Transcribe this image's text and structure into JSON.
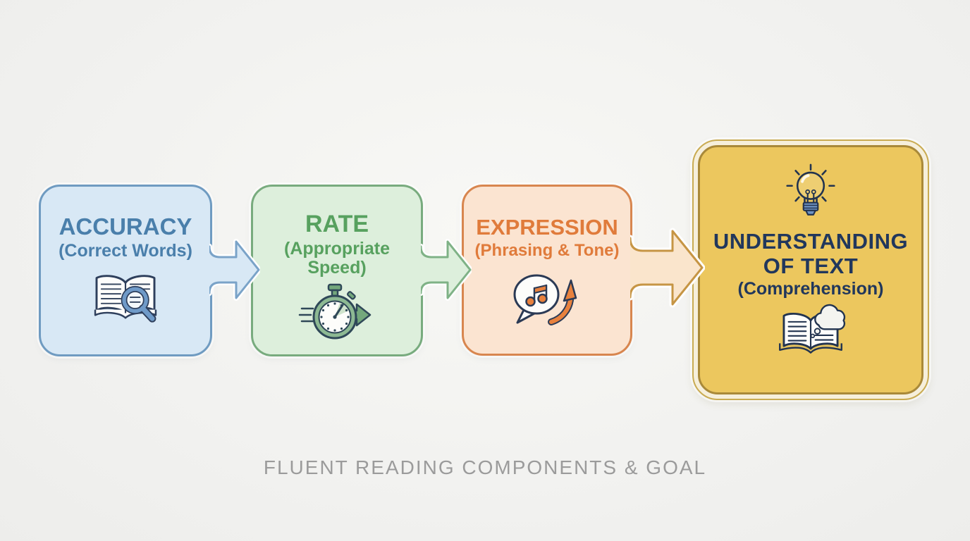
{
  "caption": "FLUENT READING COMPONENTS & GOAL",
  "caption_color": "#9b9b9b",
  "background_color": "#f2f2f0",
  "boxes": [
    {
      "title": "ACCURACY",
      "subtitle": "(Correct Words)",
      "icon": "open-book-magnifier-icon",
      "fill_color": "#d8e8f5",
      "border_color": "#6f9bc1",
      "text_color": "#4a7fab"
    },
    {
      "title": "RATE",
      "subtitle": "(Appropriate Speed)",
      "icon": "stopwatch-speed-icon",
      "fill_color": "#ddefdc",
      "border_color": "#78ab7e",
      "text_color": "#57a15f"
    },
    {
      "title": "EXPRESSION",
      "subtitle": "(Phrasing & Tone)",
      "icon": "speech-bubble-music-note-icon",
      "fill_color": "#fbe4d1",
      "border_color": "#d8864f",
      "text_color": "#e07b3b"
    },
    {
      "title": "UNDERSTANDING OF TEXT",
      "subtitle": "(Comprehension)",
      "icon_top": "lightbulb-icon",
      "icon_bottom": "open-book-thought-cloud-icon",
      "fill_color": "#ecc75e",
      "border_color": "#a98939",
      "outer_border_color": "#c9ab52",
      "text_color": "#21375c"
    }
  ],
  "arrows": [
    {
      "name": "arrow-accuracy-to-rate",
      "fill_color": "#d8e8f5",
      "border_color": "#7aa3c8"
    },
    {
      "name": "arrow-rate-to-expression",
      "fill_color": "#ddefdc",
      "border_color": "#7fb286"
    },
    {
      "name": "arrow-expression-to-understanding",
      "fill_color": "#fae5cc",
      "border_color": "#c69544"
    }
  ]
}
